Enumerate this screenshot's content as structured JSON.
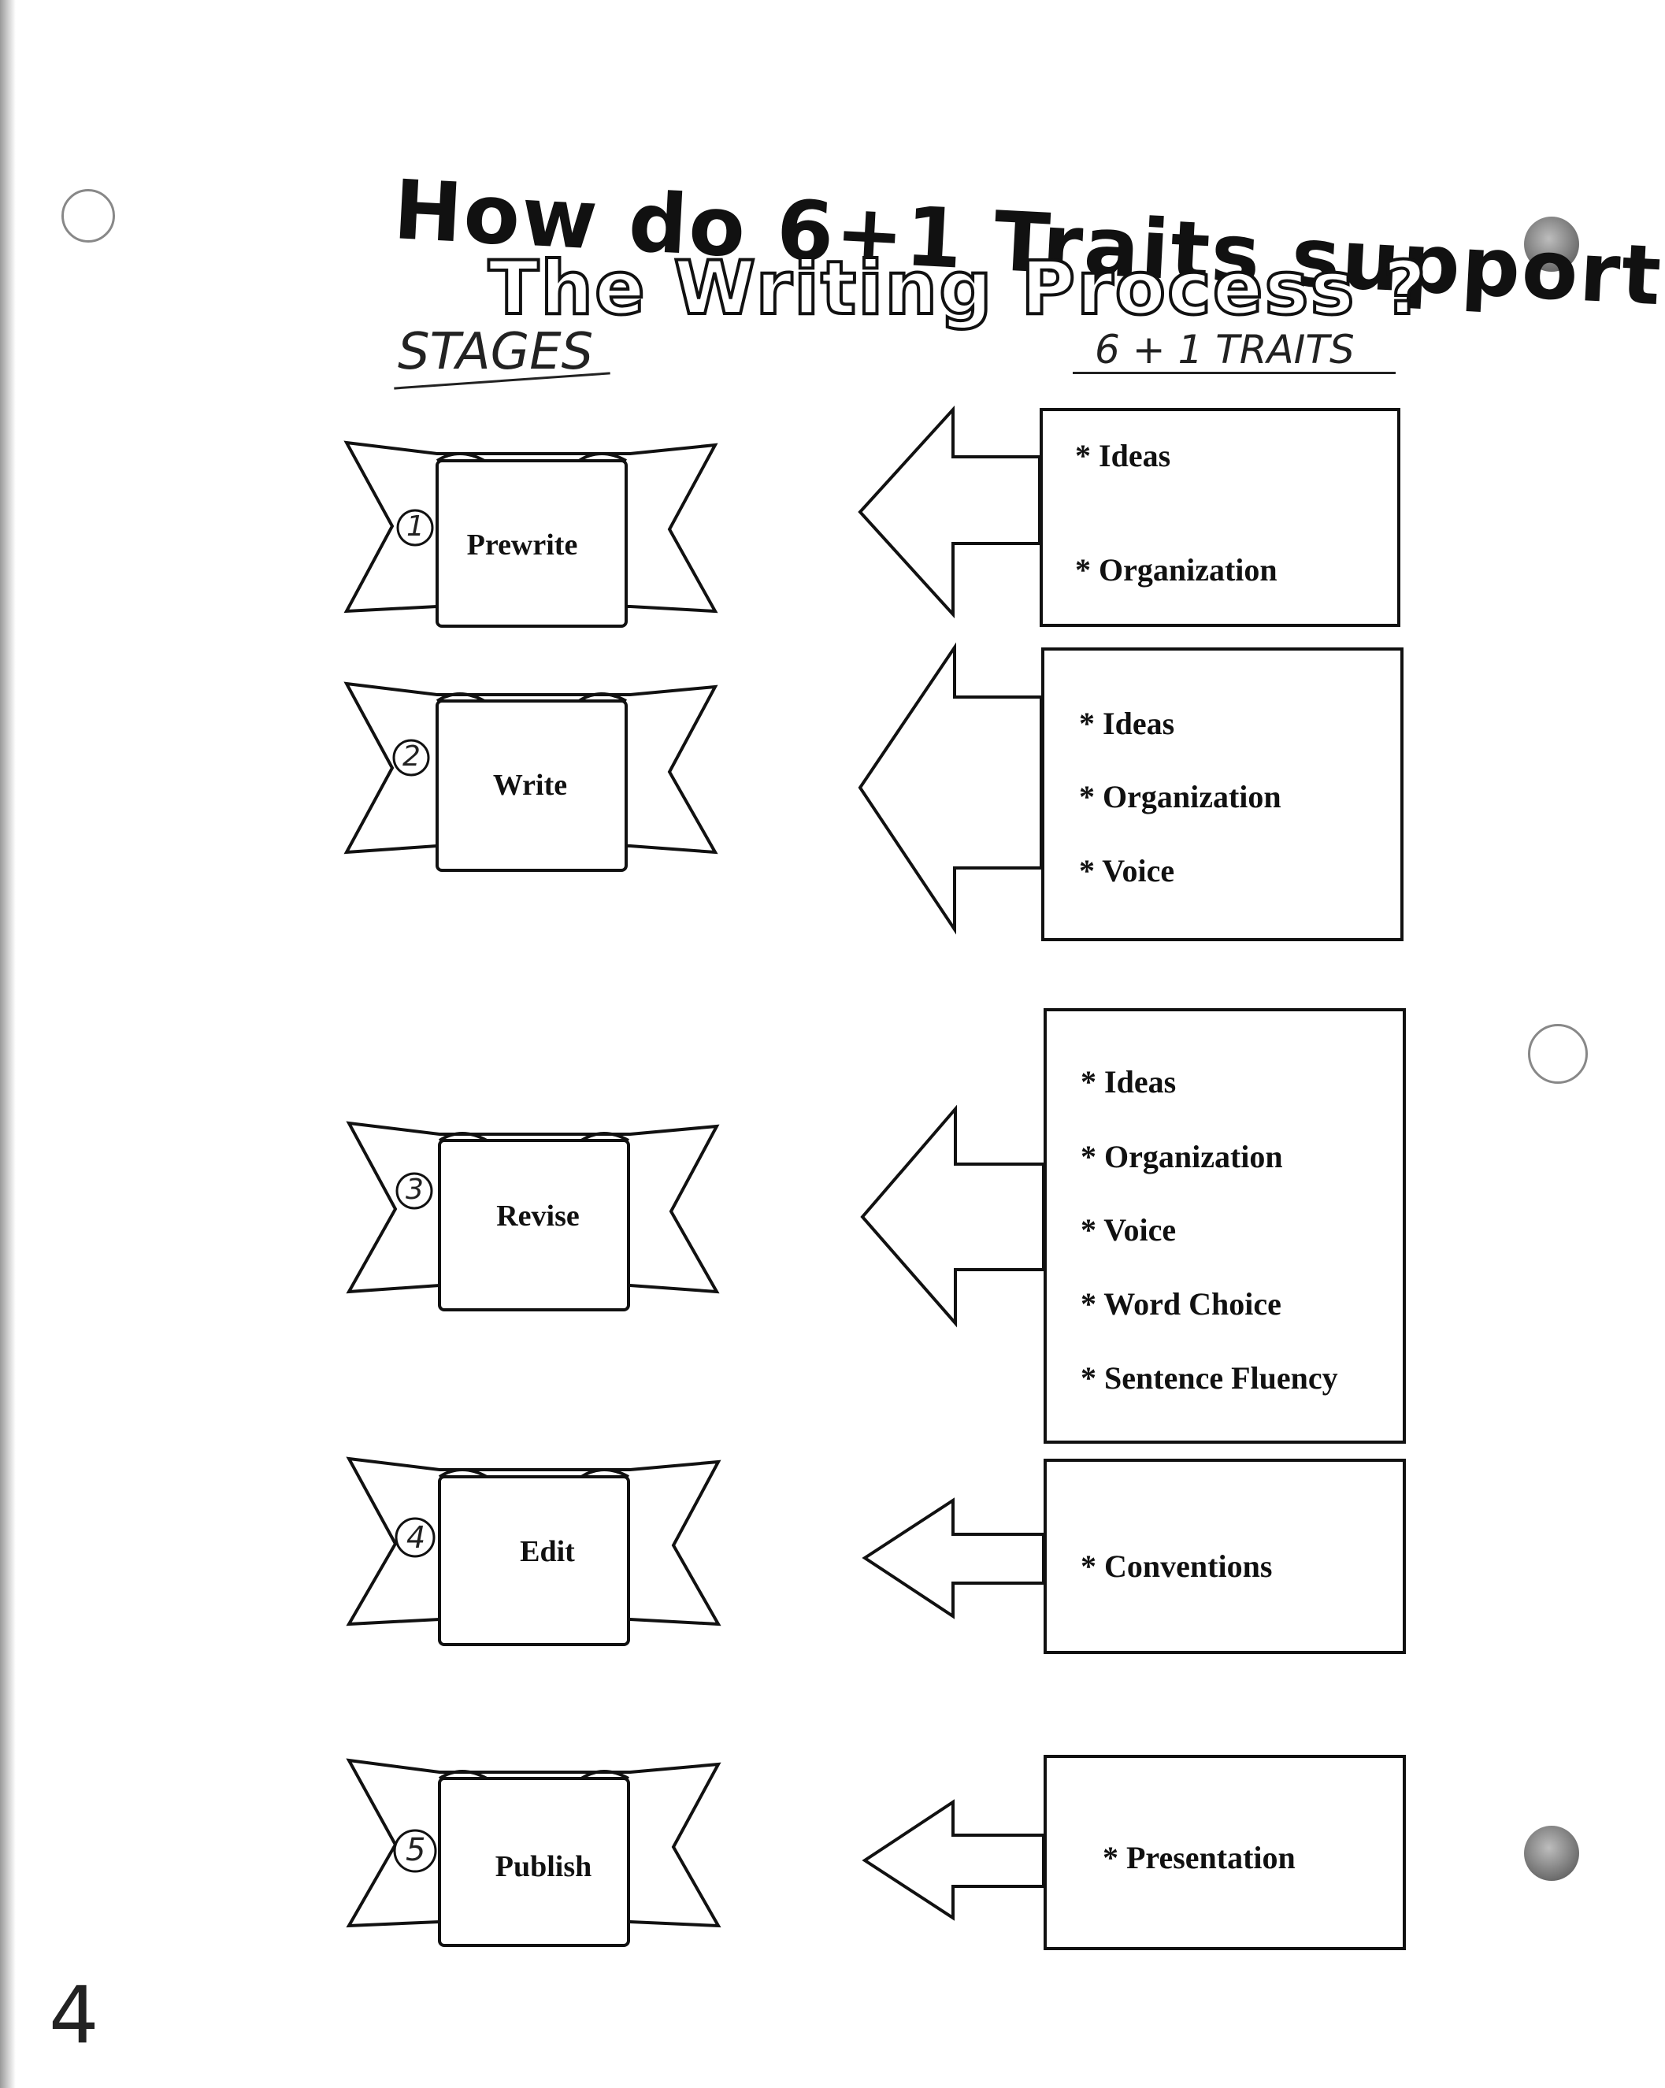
{
  "header": {
    "title_line1": "How do 6+1 Traits support",
    "title_line2": "The Writing Process ?",
    "stages_label": "STAGES",
    "traits_label": "6 + 1 TRAITS"
  },
  "rows": [
    {
      "number": "1",
      "stage": "Prewrite",
      "traits": [
        "* Ideas",
        "* Organization"
      ]
    },
    {
      "number": "2",
      "stage": "Write",
      "traits": [
        "* Ideas",
        "* Organization",
        "* Voice"
      ]
    },
    {
      "number": "3",
      "stage": "Revise",
      "traits": [
        "* Ideas",
        "* Organization",
        "* Voice",
        "* Word Choice",
        "* Sentence Fluency"
      ]
    },
    {
      "number": "4",
      "stage": "Edit",
      "traits": [
        "* Conventions"
      ]
    },
    {
      "number": "5",
      "stage": "Publish",
      "traits": [
        "* Presentation"
      ]
    }
  ],
  "page_number": "4"
}
